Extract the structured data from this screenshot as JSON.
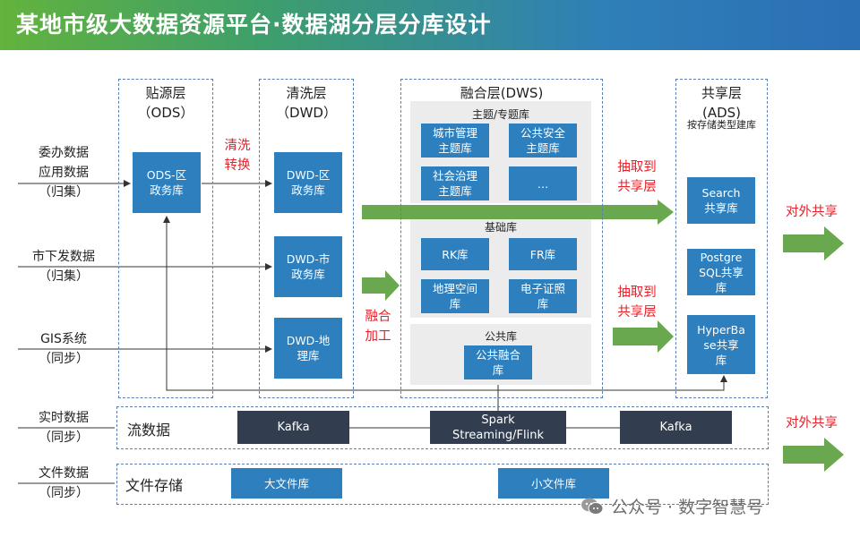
{
  "title": "某地市级大数据资源平台·数据湖分层分库设计",
  "columns": {
    "ods": {
      "title": "贴源层",
      "sub": "（ODS）"
    },
    "dwd": {
      "title": "清洗层",
      "sub": "（DWD）"
    },
    "dws": {
      "title": "融合层(DWS)"
    },
    "ads": {
      "title": "共享层",
      "sub": "(ADS)",
      "note": "按存储类型建库"
    }
  },
  "sources": {
    "s1": "委办数据\n应用数据\n（归集）",
    "s2": "市下发数据\n（归集）",
    "s3": "GIS系统\n（同步）",
    "s4": "实时数据\n（同步）",
    "s5": "文件数据\n（同步）"
  },
  "ods_box": "ODS-区\n政务库",
  "dwd_boxes": [
    "DWD-区\n政务库",
    "DWD-市\n政务库",
    "DWD-地\n理库"
  ],
  "annotations": {
    "clean": "清洗\n转换",
    "fuse": "融合\n加工",
    "extract1": "抽取到\n共享层",
    "extract2": "抽取到\n共享层",
    "share1": "对外共享",
    "share2": "对外共享"
  },
  "dws": {
    "topic": {
      "title": "主题/专题库",
      "boxes": [
        "城市管理\n主题库",
        "公共安全\n主题库",
        "社会治理\n主题库",
        "…"
      ]
    },
    "base": {
      "title": "基础库",
      "boxes": [
        "RK库",
        "FR库",
        "地理空间\n库",
        "电子证照\n库"
      ]
    },
    "public": {
      "title": "公共库",
      "box": "公共融合\n库"
    }
  },
  "ads_boxes": [
    "Search\n共享库",
    "Postgre\nSQL共享\n库",
    "HyperBa\nse共享\n库"
  ],
  "stream": {
    "label": "流数据",
    "kafka1": "Kafka",
    "spark": "Spark\nStreaming/Flink",
    "kafka2": "Kafka"
  },
  "file": {
    "label": "文件存储",
    "big": "大文件库",
    "small": "小文件库"
  },
  "watermark": "公众号 · 数字智慧号",
  "colors": {
    "box_blue": "#2e7fbd",
    "box_dark": "#323e50",
    "arrow_green": "#6aa84f",
    "text_red": "#e8202a"
  }
}
